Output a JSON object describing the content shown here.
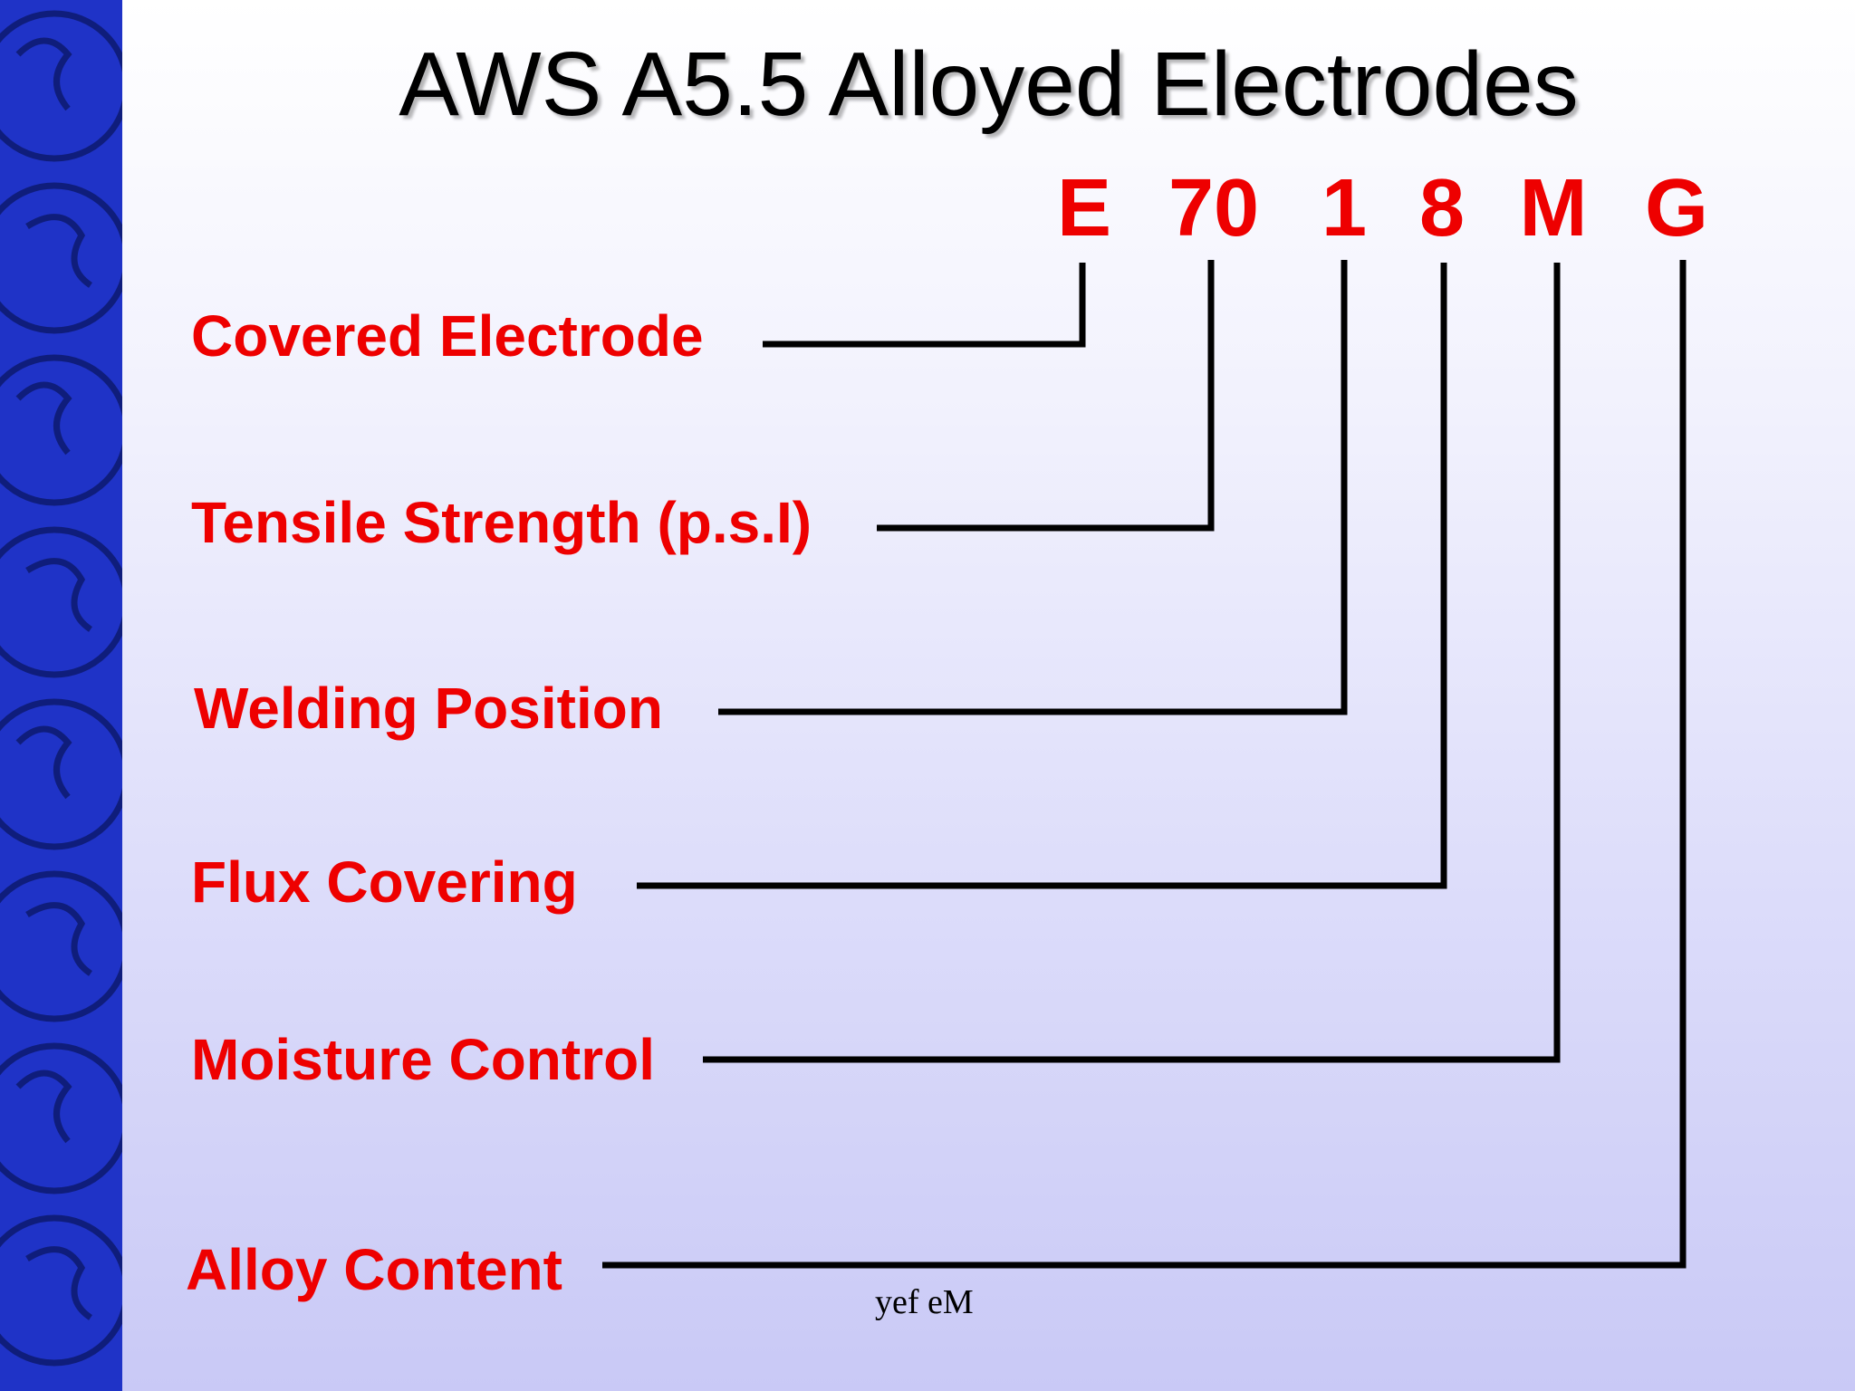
{
  "title": "AWS A5.5 Alloyed Electrodes",
  "code_parts": [
    {
      "text": "E",
      "label": "Covered Electrode"
    },
    {
      "text": "70",
      "label": "Tensile Strength (p.s.I)"
    },
    {
      "text": "1",
      "label": "Welding Position"
    },
    {
      "text": "8",
      "label": "Flux Covering"
    },
    {
      "text": "M",
      "label": "Moisture Control"
    },
    {
      "text": "G",
      "label": "Alloy Content"
    }
  ],
  "footer": "yef eM",
  "colors": {
    "accent": "#ee0000",
    "strip": "#1f33c7",
    "connector": "#000000"
  }
}
